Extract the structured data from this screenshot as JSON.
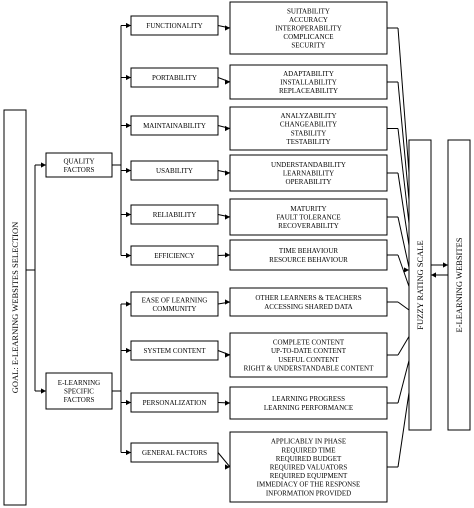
{
  "goal": "GOAL: E-LEARNING WEBSITES SELECTION",
  "rating_scale": "FUZZY RATING SCALE",
  "alternatives": "E-LEARNING WEBSITES",
  "groups": [
    {
      "label": [
        "QUALITY",
        "FACTORS"
      ],
      "factors": [
        {
          "label": [
            "FUNCTIONALITY"
          ],
          "subs": [
            "SUITABILITY",
            "ACCURACY",
            "INTEROPERABILITY",
            "COMPLICANCE",
            "SECURITY"
          ]
        },
        {
          "label": [
            "PORTABILITY"
          ],
          "subs": [
            "ADAPTABILITY",
            "INSTALLABILITY",
            "REPLACEABILITY"
          ]
        },
        {
          "label": [
            "MAINTAINABILITY"
          ],
          "subs": [
            "ANALYZABILITY",
            "CHANGEABILITY",
            "STABILITY",
            "TESTABILITY"
          ]
        },
        {
          "label": [
            "USABILITY"
          ],
          "subs": [
            "UNDERSTANDABILITY",
            "LEARNABILITY",
            "OPERABILITY"
          ]
        },
        {
          "label": [
            "RELIABILITY"
          ],
          "subs": [
            "MATURITY",
            "FAULT TOLERANCE",
            "RECOVERABILITY"
          ]
        },
        {
          "label": [
            "EFFICIENCY"
          ],
          "subs": [
            "TIME BEHAVIOUR",
            "RESOURCE BEHAVIOUR"
          ]
        }
      ]
    },
    {
      "label": [
        "E-LEARNING",
        "SPECIFIC",
        "FACTORS"
      ],
      "factors": [
        {
          "label": [
            "EASE OF LEARNING",
            "COMMUNITY"
          ],
          "subs": [
            "OTHER LEARNERS & TEACHERS",
            "ACCESSING SHARED DATA"
          ]
        },
        {
          "label": [
            "SYSTEM CONTENT"
          ],
          "subs": [
            "COMPLETE CONTENT",
            "UP-TO-DATE CONTENT",
            "USEFUL CONTENT",
            "RIGHT & UNDERSTANDABLE CONTENT"
          ]
        },
        {
          "label": [
            "PERSONALIZATION"
          ],
          "subs": [
            "LEARNING PROGRESS",
            "LEARNING PERFORMANCE"
          ]
        },
        {
          "label": [
            "GENERAL FACTORS"
          ],
          "subs": [
            "APPLICABLY IN PHASE",
            "REQUIRED TIME",
            "REQUIRED BUDGET",
            "REQUIRED VALUATORS",
            "REQUIRED EQUIPMENT",
            "IMMEDIACY OF THE RESPONSE",
            "INFORMATION PROVIDED"
          ]
        }
      ]
    }
  ]
}
